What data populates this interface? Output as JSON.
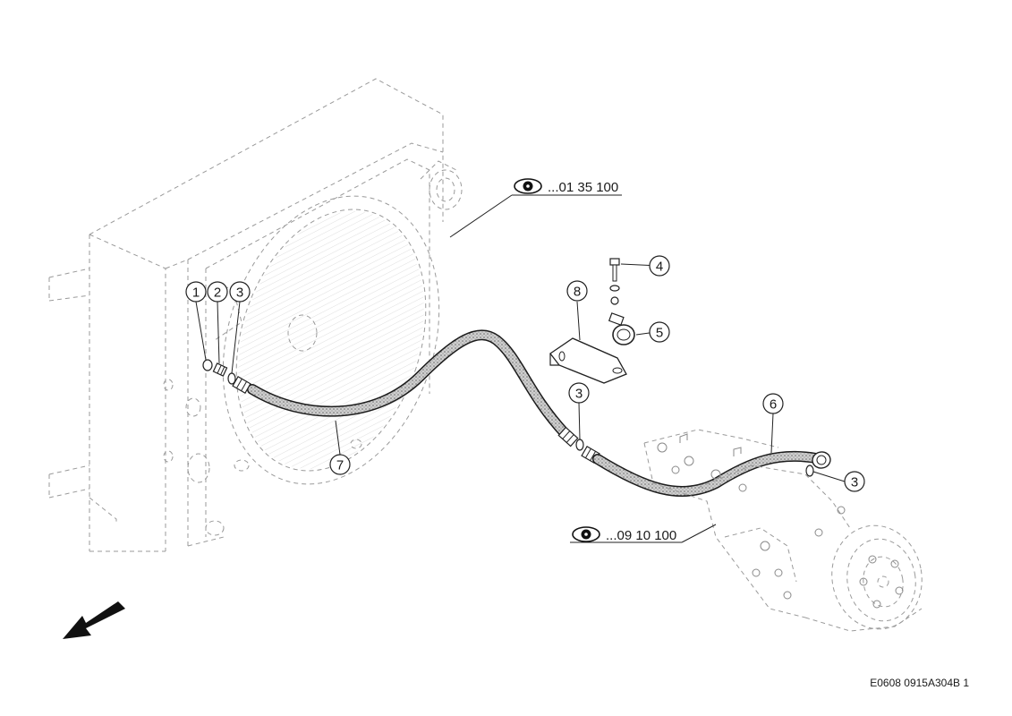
{
  "callouts": {
    "c1": "1",
    "c2": "2",
    "c3a": "3",
    "c3b": "3",
    "c3c": "3",
    "c4": "4",
    "c5": "5",
    "c6": "6",
    "c7": "7",
    "c8": "8"
  },
  "references": {
    "top": "...01 35 100",
    "bottom": "...09 10 100"
  },
  "drawing_code": "E0608 0915A304B 1",
  "icons": {
    "reference": "eye-icon",
    "direction": "direction-arrow-icon"
  }
}
